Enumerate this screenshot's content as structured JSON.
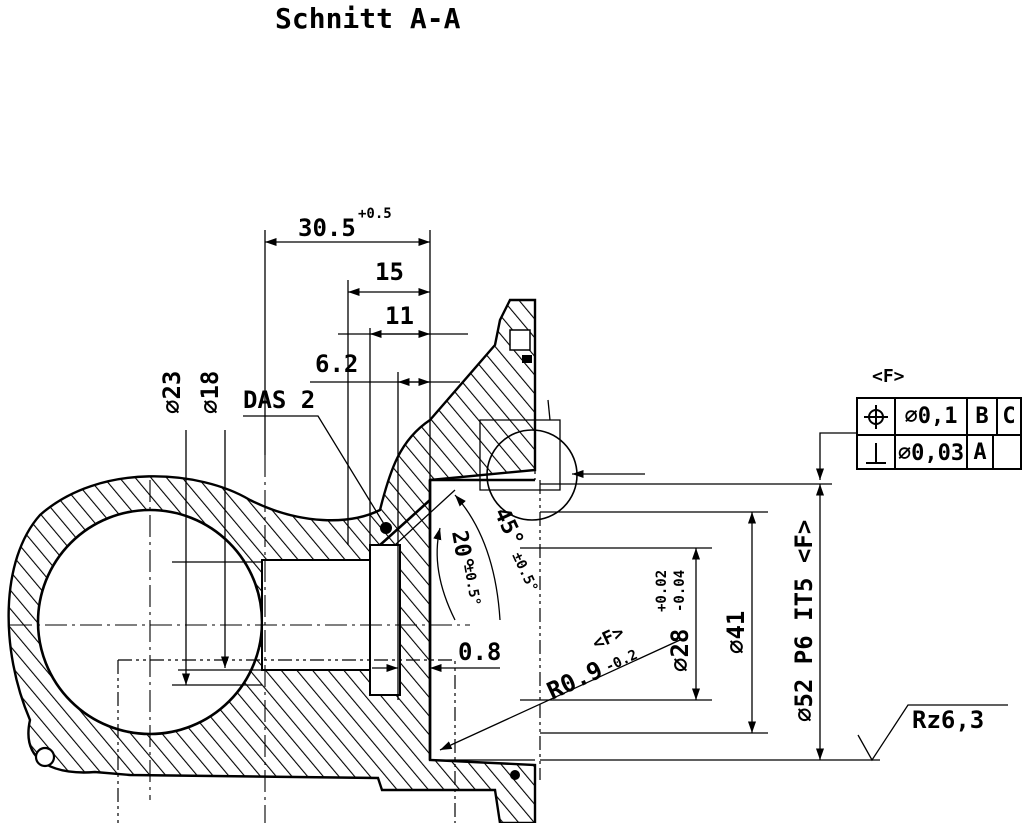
{
  "title": "Schnitt A-A",
  "dims": {
    "d30_5": "30.5",
    "d30_5_tol": "+0.5",
    "d15": "15",
    "d11": "11",
    "d6_2": "6.2",
    "d0_8": "0.8",
    "dia23": "23",
    "dia18": "18",
    "dia28": "28",
    "dia28_tol_upper": "+0.02",
    "dia28_tol_lower": "-0.04",
    "dia41": "41",
    "dia52": "52 P6  IT5 <F>",
    "angle20": "20°",
    "angle20_tol": "±0.5°",
    "angle45": "45°",
    "angle45_tol": "±0.5°",
    "radius": "R0.9",
    "radius_tol": "-0.2",
    "radius_ref": "<F>"
  },
  "labels": {
    "das": "DAS 2",
    "surface": "Rz6,3"
  },
  "tolerance_frame": {
    "ref": "<F>",
    "row1": {
      "symbol": "position-icon",
      "value": "0,1",
      "datum1": "B",
      "datum2": "C"
    },
    "row2": {
      "symbol": "perpendicularity-icon",
      "value": "0,03",
      "datum1": "A"
    }
  }
}
